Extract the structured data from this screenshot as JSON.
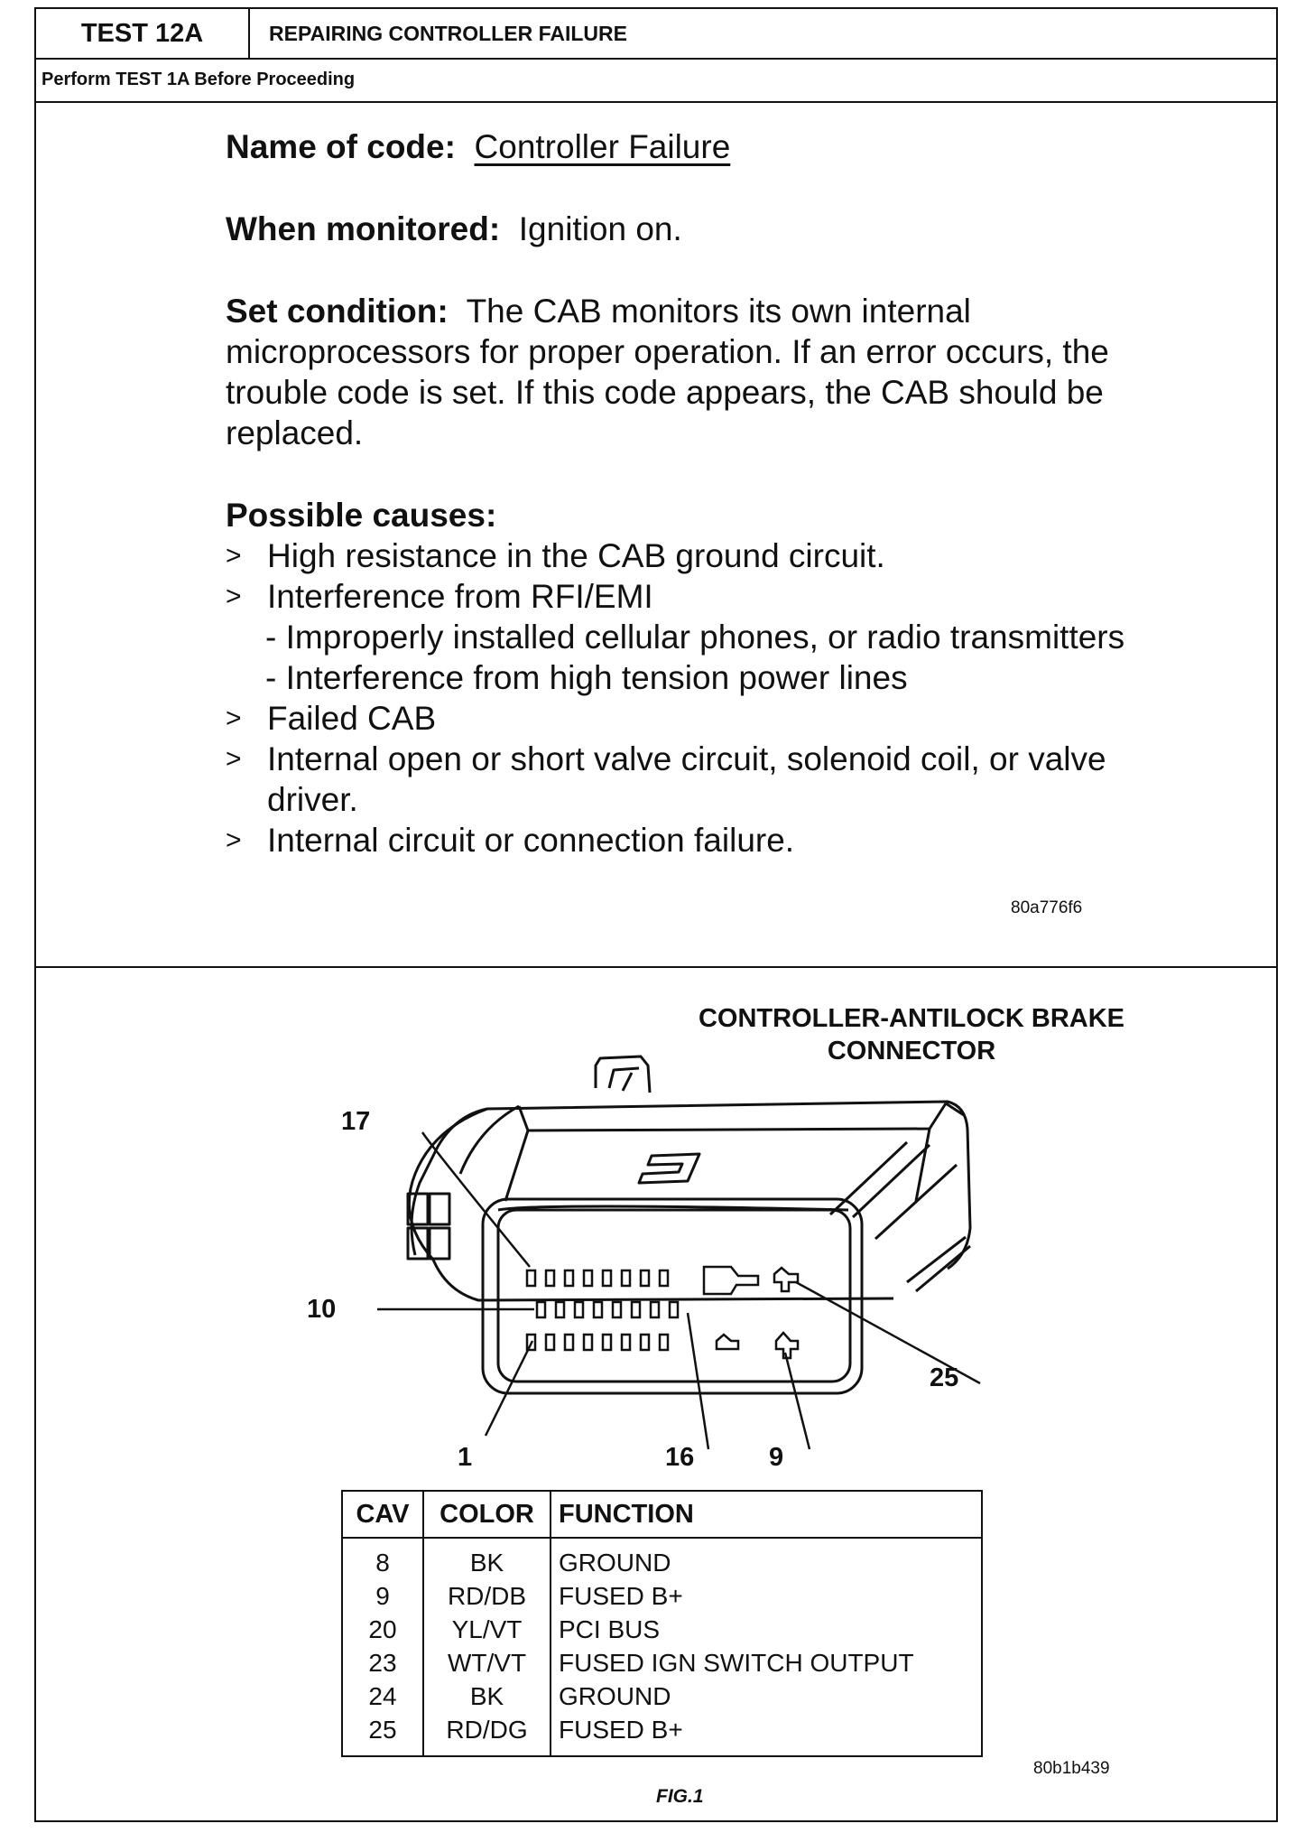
{
  "header": {
    "test_id": "TEST 12A",
    "test_title": "REPAIRING CONTROLLER FAILURE",
    "prerequisite": "Perform TEST 1A Before Proceeding"
  },
  "code_info": {
    "name_label": "Name of code",
    "name_value": "Controller Failure",
    "monitored_label": "When monitored",
    "monitored_value": "Ignition on.",
    "set_label": "Set condition",
    "set_value": "The CAB monitors its own internal microprocessors for proper operation.  If an error occurs, the trouble code is set. If this code appears, the CAB should be replaced.",
    "causes_label": "Possible causes:",
    "causes": [
      "High resistance in the CAB ground circuit.",
      "Interference from RFI/EMI",
      "Failed CAB",
      "Internal open or short valve circuit, solenoid coil, or valve driver.",
      "Internal circuit or connection failure."
    ],
    "sub_causes": [
      "- Improperly installed cellular phones, or radio transmitters",
      "- Interference from high tension power lines"
    ],
    "bullet": ">",
    "ref_code": "80a776f6"
  },
  "connector": {
    "title": "CONTROLLER-ANTILOCK BRAKE CONNECTOR",
    "callouts": {
      "c17": "17",
      "c10": "10",
      "c1": "1",
      "c16": "16",
      "c9": "9",
      "c25": "25"
    },
    "table": {
      "headers": [
        "CAV",
        "COLOR",
        "FUNCTION"
      ],
      "rows": [
        [
          "8",
          "BK",
          "GROUND"
        ],
        [
          "9",
          "RD/DB",
          "FUSED B+"
        ],
        [
          "20",
          "YL/VT",
          "PCI BUS"
        ],
        [
          "23",
          "WT/VT",
          "FUSED IGN SWITCH OUTPUT"
        ],
        [
          "24",
          "BK",
          "GROUND"
        ],
        [
          "25",
          "RD/DG",
          "FUSED B+"
        ]
      ]
    },
    "ref_code": "80b1b439",
    "figure_label": "FIG.1"
  }
}
